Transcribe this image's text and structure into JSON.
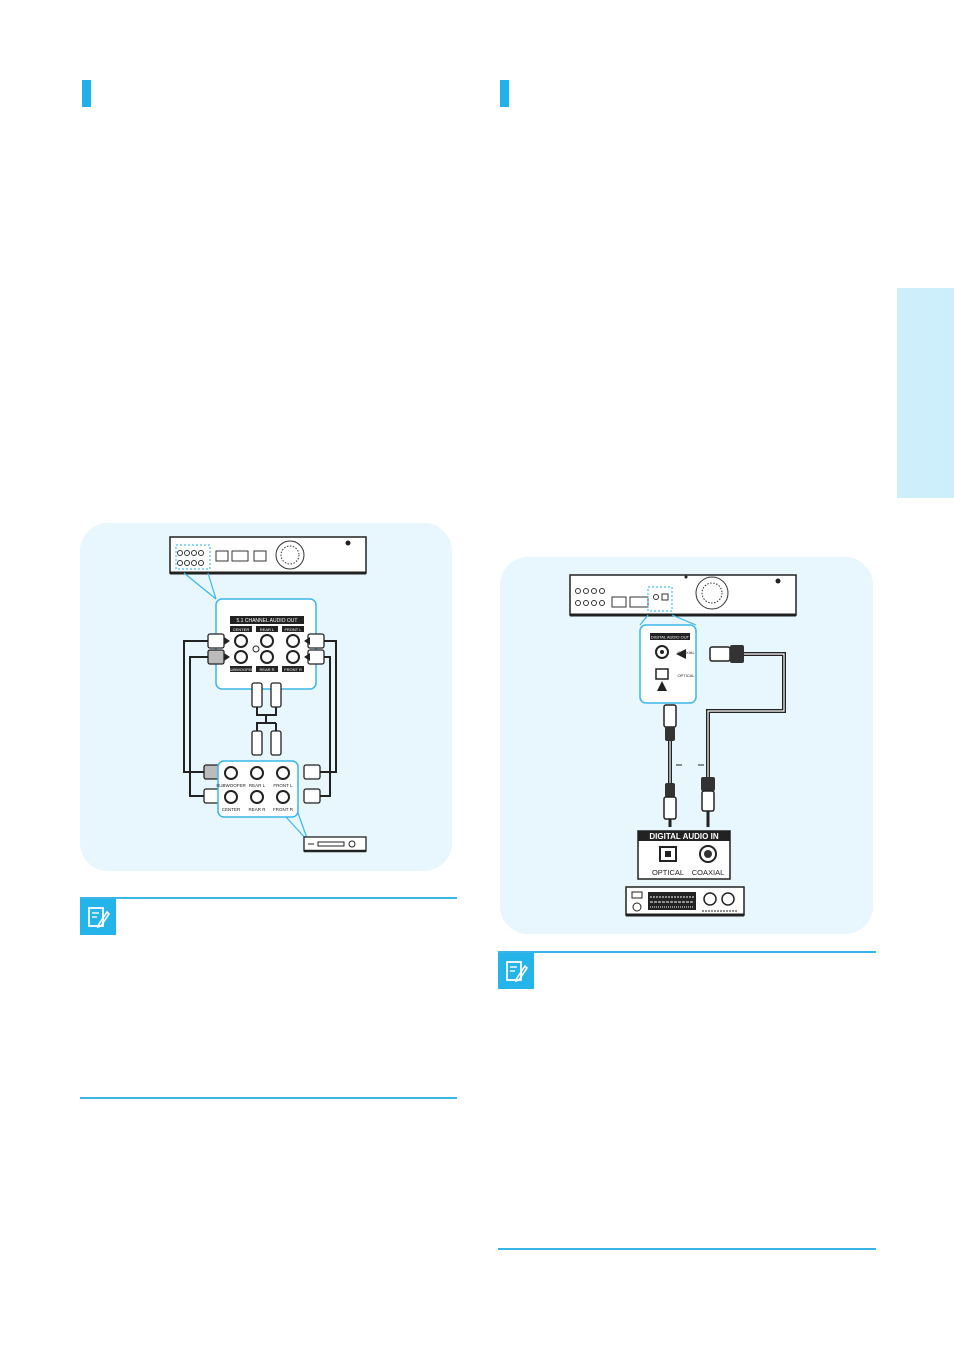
{
  "left_diagram": {
    "labels": {
      "panel_title": "5.1 CHANNEL AUDIO OUT",
      "center": "CENTER",
      "rear_l": "REAR L",
      "front_l": "FRONT L",
      "subwoofer": "SUBWOOFER",
      "rear_r": "REAR R",
      "front_r": "FRONT R"
    },
    "amp_labels": {
      "subwoofer": "SUBWOOFER",
      "rear_l": "REAR L",
      "front_l": "FRONT L",
      "center": "CENTER",
      "rear_r": "REAR R",
      "front_r": "FRONT R"
    }
  },
  "right_diagram": {
    "panel_title": "DIGITAL AUDIO OUT",
    "coaxial_small": "COAXIAL",
    "optical_small": "OPTICAL",
    "digital_audio_in": "DIGITAL AUDIO IN",
    "optical": "OPTICAL",
    "coaxial": "COAXIAL"
  },
  "icons": {
    "note_left": "note-pencil-icon",
    "note_right": "note-pencil-icon"
  },
  "colors": {
    "accent": "#1fb1ea",
    "panel": "#e8f6fd",
    "side_tab": "#cdeefb"
  }
}
